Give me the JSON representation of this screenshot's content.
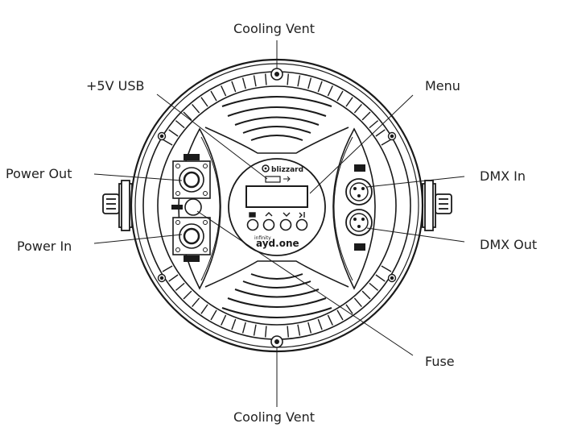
{
  "labels": {
    "cooling_vent_top": "Cooling Vent",
    "usb": "+5V USB",
    "menu": "Menu",
    "power_out": "Power Out",
    "dmx_in": "DMX In",
    "power_in": "Power In",
    "dmx_out": "DMX Out",
    "fuse": "Fuse",
    "cooling_vent_bottom": "Cooling Vent"
  },
  "device": {
    "brand": "blizzard",
    "product_small": "infinity",
    "product_large": "ayd.one"
  },
  "colors": {
    "line": "#1a1a1a",
    "label_text": "#222222",
    "background": "#ffffff"
  }
}
